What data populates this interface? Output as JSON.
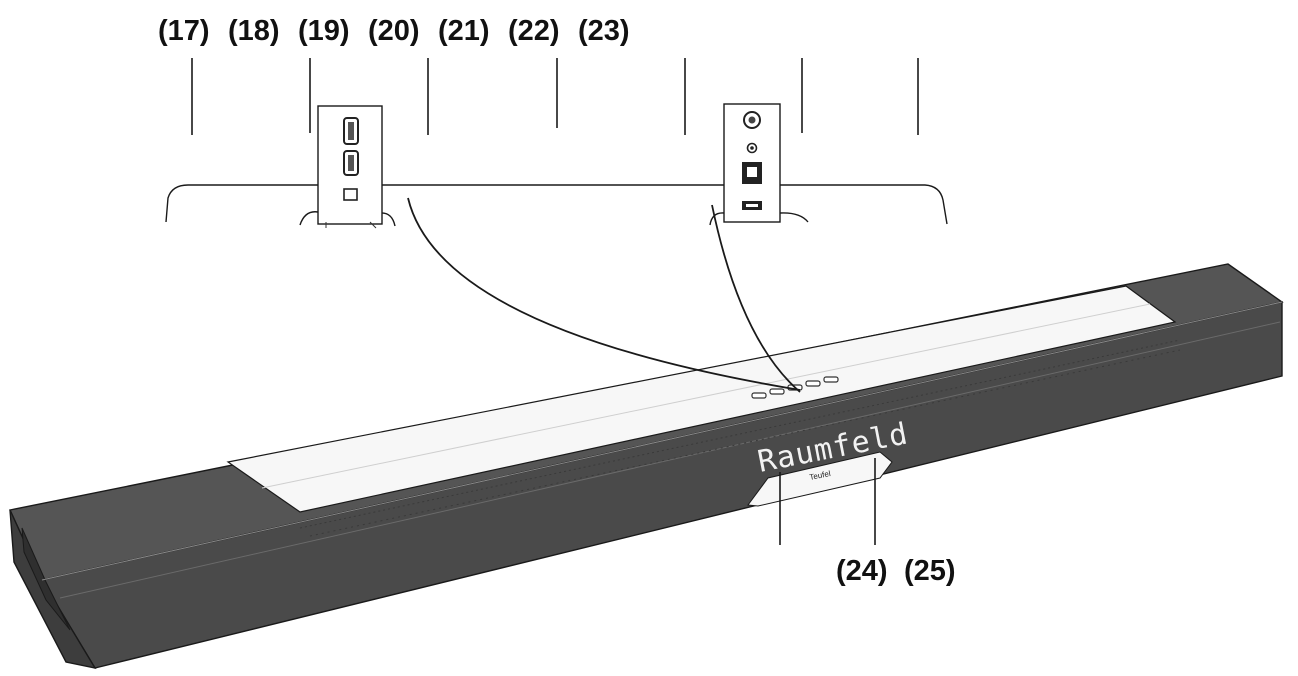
{
  "callouts": {
    "top": [
      "(17)",
      "(18)",
      "(19)",
      "(20)",
      "(21)",
      "(22)",
      "(23)"
    ],
    "bottom": [
      "(24)",
      "(25)"
    ]
  },
  "device": {
    "display_text": "Raumfeld",
    "badge_text": "Teufel"
  },
  "colors": {
    "body_dark": "#4a4a4a",
    "body_mid": "#5a5a5a",
    "top_panel": "#f7f7f7",
    "line": "#1a1a1a"
  }
}
